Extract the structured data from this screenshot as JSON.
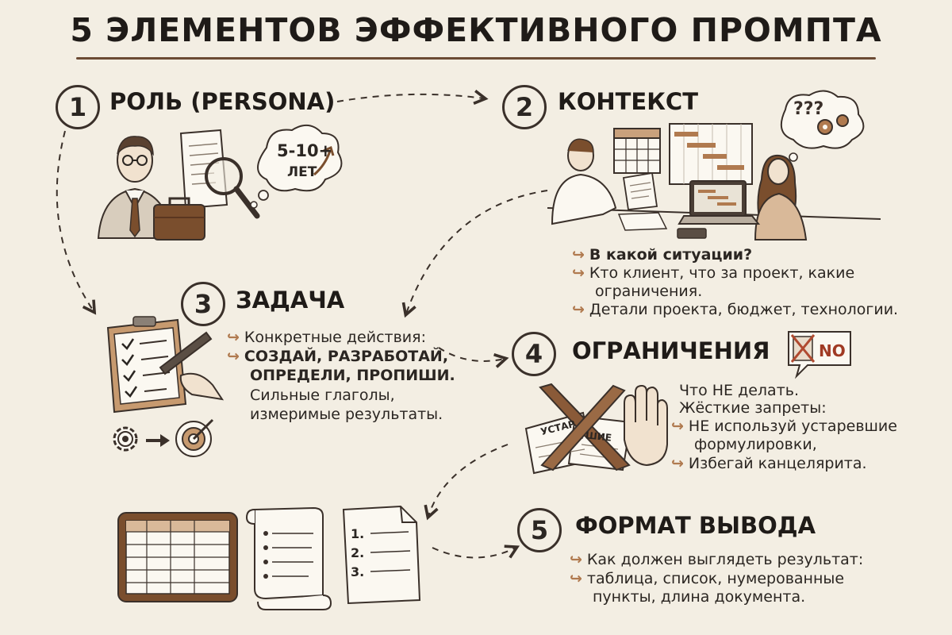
{
  "title": "5 ЭЛЕМЕНТОВ ЭФФЕКТИВНОГО ПРОМПТА",
  "colors": {
    "background": "#f3eee3",
    "accent": "#b07a4f",
    "ink": "#2b2622",
    "leather": "#7a4e2d"
  },
  "bullet_icon": "curved-arrow-icon",
  "steps": [
    {
      "number": "1",
      "heading": "РОЛЬ (PERSONA)",
      "badge": "5-10+",
      "badge_sub": "ЛЕТ",
      "icons": [
        "businessman-icon",
        "document-icon",
        "magnifier-icon",
        "briefcase-icon",
        "thought-bubble-icon"
      ]
    },
    {
      "number": "2",
      "heading": "КОНТЕКСТ",
      "bubble_text": "???",
      "icons": [
        "meeting-icon",
        "calendar-icon",
        "gantt-chart-icon",
        "laptop-icon",
        "gears-icon"
      ],
      "lines": [
        "В какой ситуации?",
        "Кто клиент, что за проект, какие",
        "ограничения.",
        "Детали проекта, бюджет, технологии."
      ]
    },
    {
      "number": "3",
      "heading": "ЗАДАЧА",
      "icons": [
        "clipboard-checklist-icon",
        "pen-icon",
        "gear-icon",
        "target-icon"
      ],
      "lines": [
        "Конкретные действия:",
        "СОЗДАЙ, РАЗРАБОТАЙ,",
        "ОПРЕДЕЛИ, ПРОПИШИ.",
        "Сильные глаголы,",
        "измеримые результаты."
      ]
    },
    {
      "number": "4",
      "heading": "ОГРАНИЧЕНИЯ",
      "no_text": "NO",
      "paper_word_1": "УСТАР",
      "paper_word_2": "ШИЕ",
      "icons": [
        "cross-icon",
        "stop-hand-icon",
        "crossed-paper-icon"
      ],
      "lines": [
        "Что НЕ делать.",
        "Жёсткие запреты:",
        "НЕ используй устаревшие",
        "формулировки,",
        "Избегай канцелярита."
      ]
    },
    {
      "number": "5",
      "heading": "ФОРМАТ ВЫВОДА",
      "list_markers": [
        "1.",
        "2.",
        "3."
      ],
      "icons": [
        "tablet-table-icon",
        "scroll-icon",
        "numbered-list-icon"
      ],
      "lines": [
        "Как должен выглядеть результат:",
        "таблица, список, нумерованные",
        "пункты, длина документа."
      ]
    }
  ]
}
